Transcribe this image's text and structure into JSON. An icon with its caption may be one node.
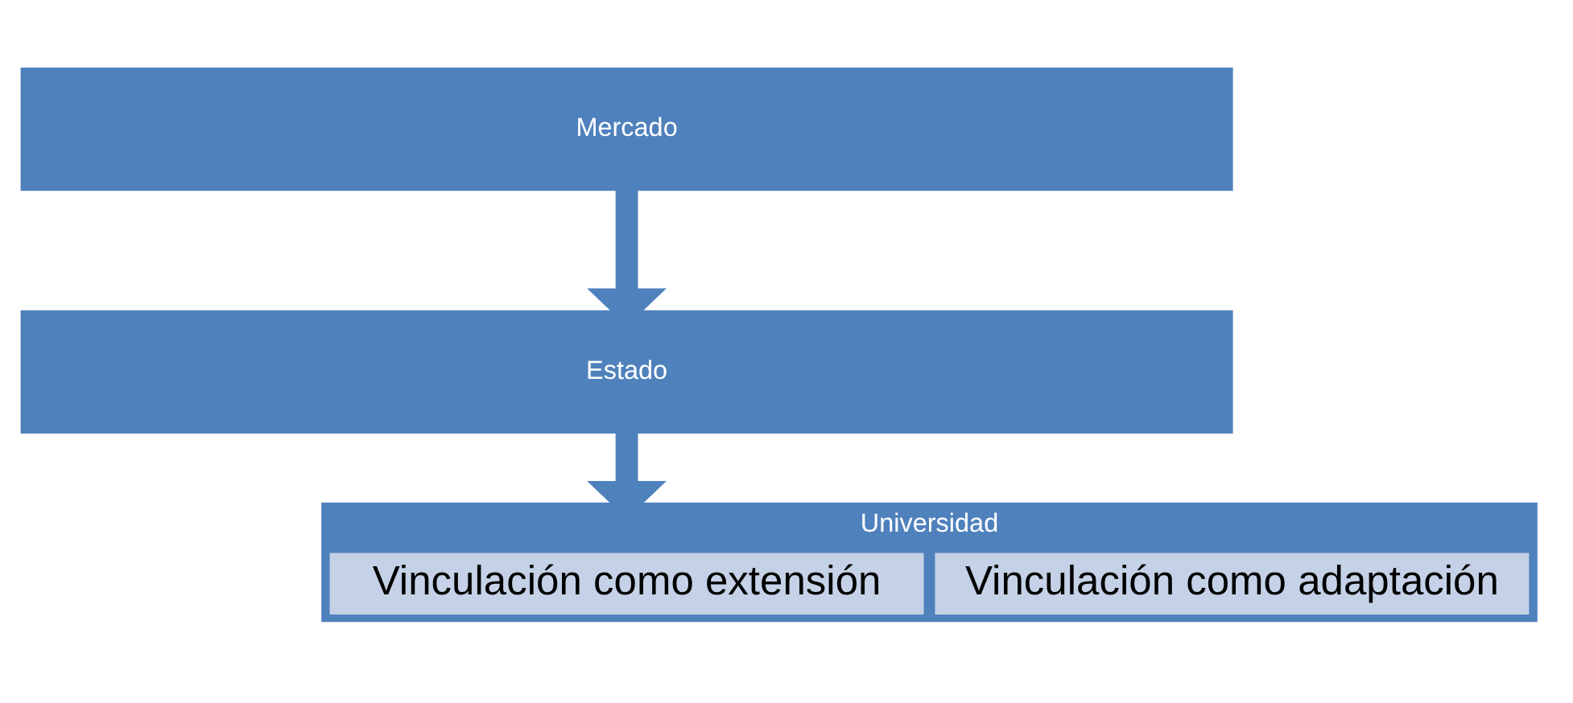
{
  "diagram": {
    "nodes": [
      {
        "text": [
          "Mercado"
        ]
      },
      {
        "text": [
          "Estado"
        ]
      },
      {
        "text": [
          "Universidad"
        ]
      },
      {
        "text": [
          "Vinculación como extensión"
        ],
        "in": 2
      },
      {
        "text": [
          "Vinculación como adaptación"
        ],
        "in": 2
      }
    ],
    "edges": [
      {
        "from": 0,
        "to": 1,
        "arrow": "to"
      },
      {
        "from": 1,
        "to": 2,
        "arrow": "to"
      }
    ]
  }
}
